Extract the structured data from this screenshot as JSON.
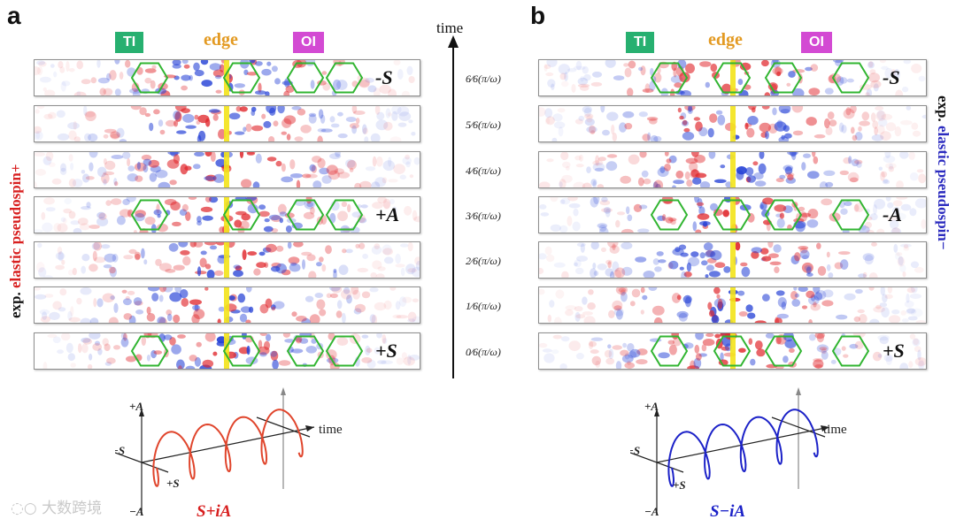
{
  "panels": [
    {
      "letter": "a",
      "tags": {
        "ti": "TI",
        "edge": "edge",
        "oi": "OI"
      },
      "side_label_prefix": "exp. ",
      "side_label_colored": "elastic pseudospin+",
      "side_label_color": "#d81f1f",
      "strip_labels": [
        "-S",
        "",
        "",
        "+A",
        "",
        "",
        "+S"
      ],
      "axis": {
        "up": "+A",
        "down": "−A",
        "left": "−S",
        "front": "+S",
        "time": "time"
      },
      "caption": "S+iA",
      "helix_color": "#e0452c"
    },
    {
      "letter": "b",
      "tags": {
        "ti": "TI",
        "edge": "edge",
        "oi": "OI"
      },
      "side_label_prefix": "exp. ",
      "side_label_colored": "elastic pseudospin−",
      "side_label_color": "#2b2bbf",
      "strip_labels": [
        "-S",
        "",
        "",
        "-A",
        "",
        "",
        "+S"
      ],
      "axis": {
        "up": "+A",
        "down": "−A",
        "left": "−S",
        "front": "+S",
        "time": "time"
      },
      "caption": "S−iA",
      "helix_color": "#1c22c8"
    }
  ],
  "time_axis": {
    "title": "time",
    "labels": [
      "6⁄6(π/ω)",
      "5⁄6(π/ω)",
      "4⁄6(π/ω)",
      "3⁄6(π/ω)",
      "2⁄6(π/ω)",
      "1⁄6(π/ω)",
      "0⁄6(π/ω)"
    ]
  },
  "colors": {
    "ti": "#27b070",
    "oi": "#d34ad3",
    "edge": "#e39a22",
    "hexagon": "#31b531"
  },
  "watermark": "大数跨境"
}
